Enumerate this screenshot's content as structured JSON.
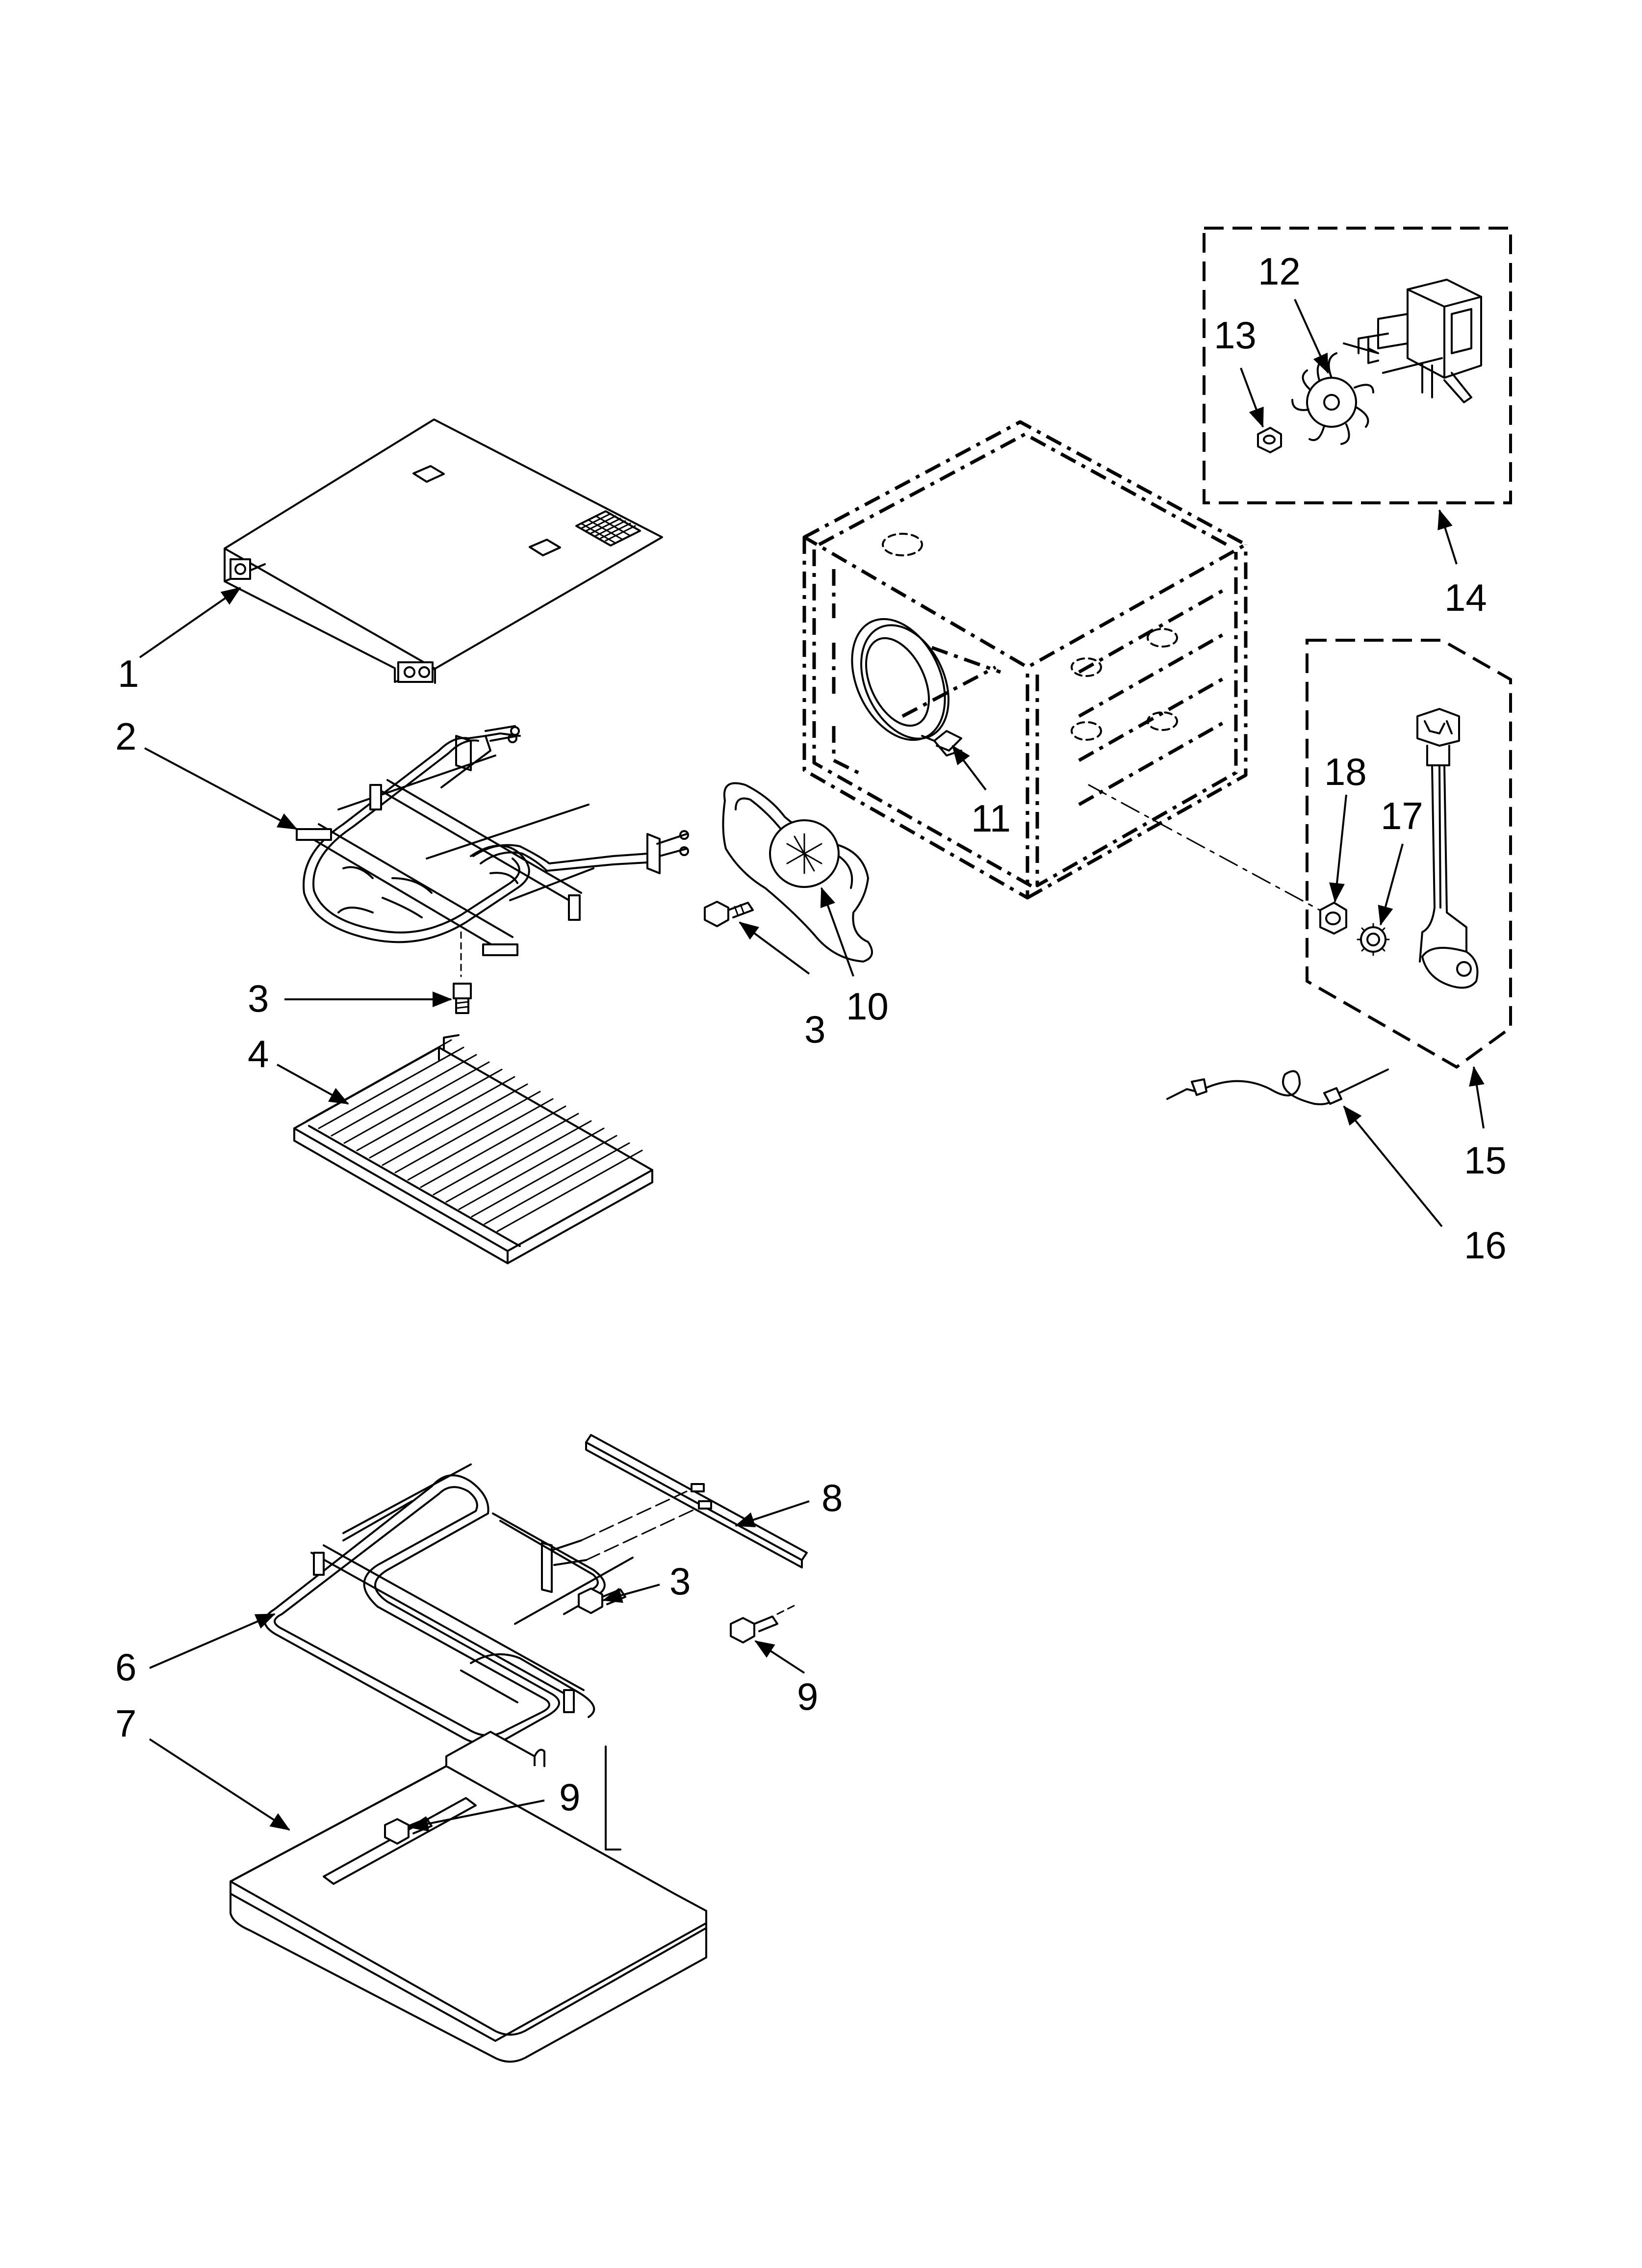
{
  "callouts": [
    {
      "id": "c1",
      "label": "1"
    },
    {
      "id": "c2",
      "label": "2"
    },
    {
      "id": "c3a",
      "label": "3"
    },
    {
      "id": "c4",
      "label": "4"
    },
    {
      "id": "c3b",
      "label": "3"
    },
    {
      "id": "c10",
      "label": "10"
    },
    {
      "id": "c11",
      "label": "11"
    },
    {
      "id": "c12",
      "label": "12"
    },
    {
      "id": "c13",
      "label": "13"
    },
    {
      "id": "c14",
      "label": "14"
    },
    {
      "id": "c15",
      "label": "15"
    },
    {
      "id": "c16",
      "label": "16"
    },
    {
      "id": "c17",
      "label": "17"
    },
    {
      "id": "c18",
      "label": "18"
    },
    {
      "id": "c8",
      "label": "8"
    },
    {
      "id": "c3c",
      "label": "3"
    },
    {
      "id": "c6",
      "label": "6"
    },
    {
      "id": "c7",
      "label": "7"
    },
    {
      "id": "c9a",
      "label": "9"
    },
    {
      "id": "c9b",
      "label": "9"
    }
  ]
}
